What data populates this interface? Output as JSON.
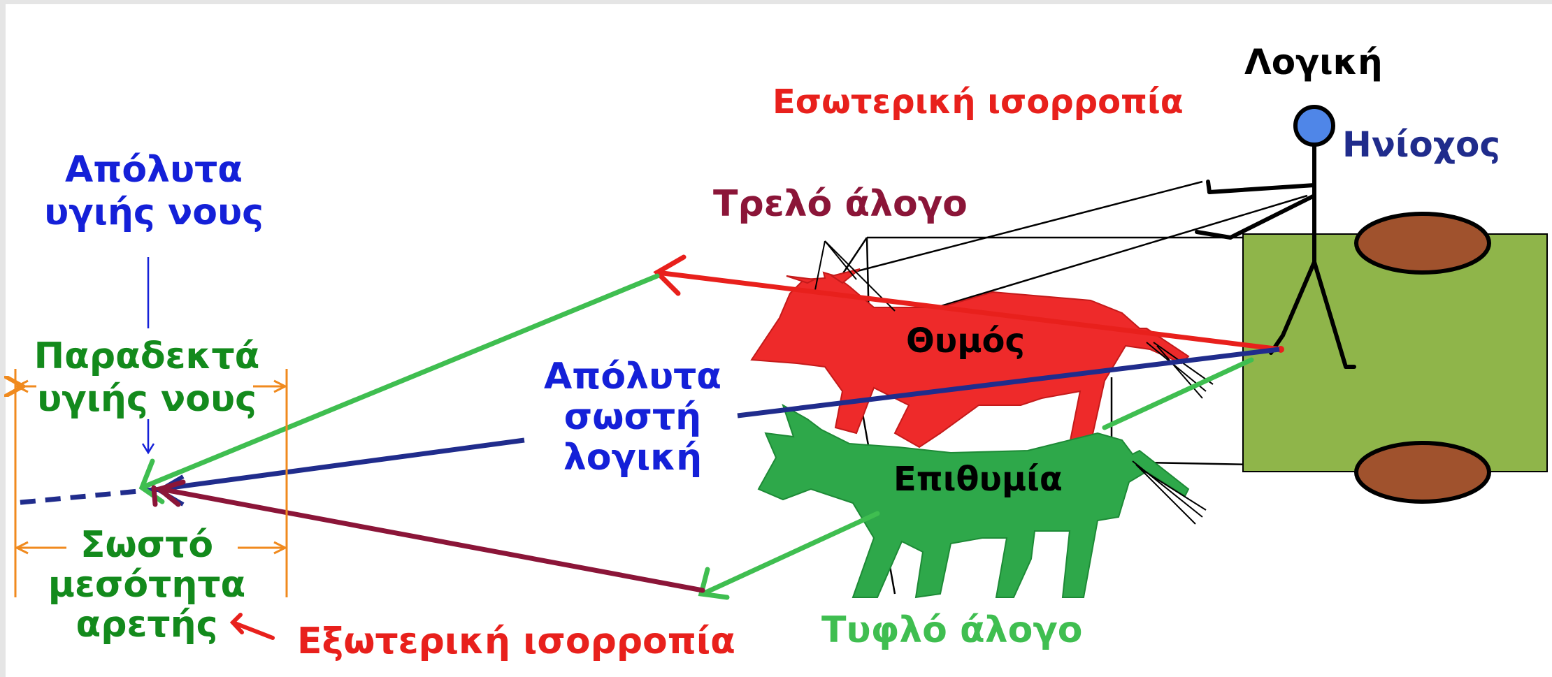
{
  "labels": {
    "logic": "Λογική",
    "inner_balance": "Εσωτερική ισορροπία",
    "charioteer": "Ηνίοχος",
    "mad_horse": "Τρελό άλογο",
    "thymos": "Θυμός",
    "absolute_sane_line1": "Απόλυτα",
    "absolute_sane_line2": "υγιής νους",
    "acceptable_sane_line1": "Παραδεκτά",
    "acceptable_sane_line2": "υγιής νους",
    "absolute_logic_line1": "Απόλυτα",
    "absolute_logic_line2": "σωστή",
    "absolute_logic_line3": "λογική",
    "desire": "Επιθυμία",
    "mean_line1": "Σωστό",
    "mean_line2": "μεσότητα",
    "mean_line3": "αρετής",
    "outer_balance": "Εξωτερική ισορροπία",
    "blind_horse": "Τυφλό άλογο"
  },
  "colors": {
    "red": "#e8201c",
    "blue": "#1420d8",
    "navy": "#202c8c",
    "dark_red": "#8b1538",
    "green": "#138a1c",
    "light_green": "#3fbe50",
    "orange": "#f08a1e",
    "horse_red": "#ee2a2a",
    "horse_green": "#2ea84a",
    "chariot_green": "#8fb54a",
    "wheel_brown": "#a0522d",
    "head_blue": "#4f86e8"
  }
}
